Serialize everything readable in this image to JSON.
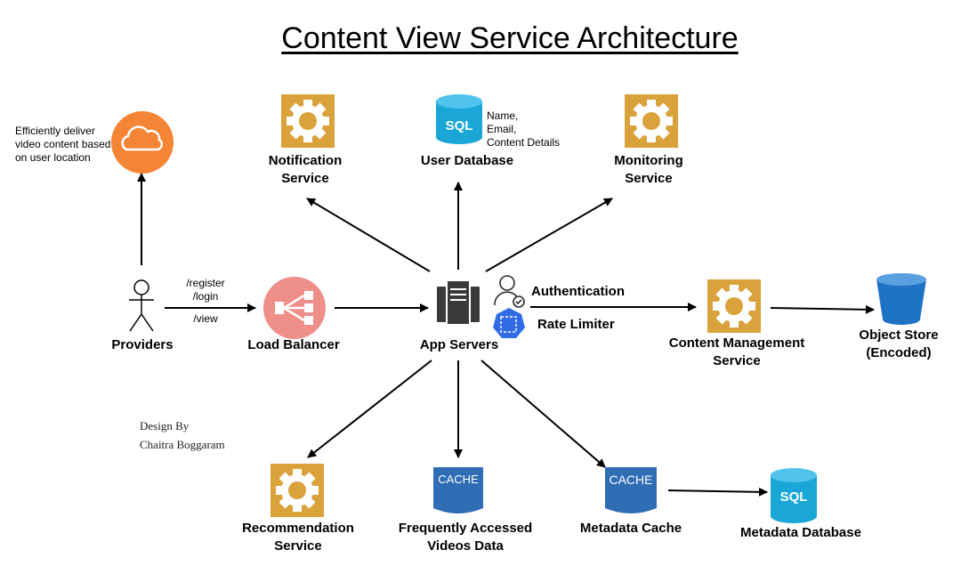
{
  "title": "Content View Service Architecture",
  "nodes": {
    "providers": "Providers",
    "load_balancer": "Load Balancer",
    "app_servers": "App Servers",
    "notification_service": "Notification\nService",
    "user_database": "User Database",
    "monitoring_service": "Monitoring\nService",
    "content_management_service": "Content Management\nService",
    "object_store": "Object Store\n(Encoded)",
    "recommendation_service": "Recommendation\nService",
    "frequently_accessed": "Frequently Accessed\nVideos Data",
    "metadata_cache": "Metadata Cache",
    "metadata_database": "Metadata Database",
    "authentication": "Authentication",
    "rate_limiter": "Rate Limiter"
  },
  "annotations": {
    "cdn_note": "Efficiently deliver\nvideo content based\non user location",
    "user_db_fields": "Name,\nEmail,\nContent Details",
    "routes": "/register\n/login",
    "view_route": "/view",
    "credit": "Design By\nChaitra Boggaram"
  },
  "icon_text": {
    "sql": "SQL",
    "cache": "CACHE"
  },
  "colors": {
    "service_gold": "#D9A23B",
    "sql_blue": "#1AA7D8",
    "cache_blue": "#2F6DB5",
    "cdn_orange": "#F58536",
    "load_balancer_pink": "#EE8F8A",
    "object_store_blue": "#1F73C4",
    "rate_limiter_blue": "#326CE5",
    "server_gray": "#3A3A3A"
  }
}
